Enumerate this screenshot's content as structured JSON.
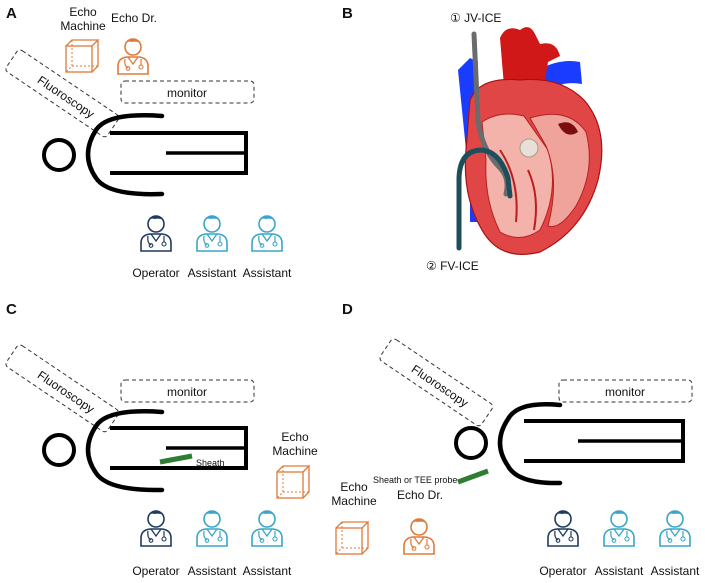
{
  "panel_a": {
    "letter": "A",
    "echo_machine_line1": "Echo",
    "echo_machine_line2": "Machine",
    "echo_dr": "Echo Dr.",
    "fluoroscopy": "Fluoroscopy",
    "monitor": "monitor",
    "operator": "Operator",
    "assistant_1": "Assistant",
    "assistant_2": "Assistant"
  },
  "panel_b": {
    "letter": "B",
    "jv_ice": "① JV-ICE",
    "fv_ice": "② FV-ICE"
  },
  "panel_c": {
    "letter": "C",
    "fluoroscopy": "Fluoroscopy",
    "monitor": "monitor",
    "echo_machine_line1": "Echo",
    "echo_machine_line2": "Machine",
    "sheath": "Sheath",
    "operator": "Operator",
    "assistant_1": "Assistant",
    "assistant_2": "Assistant"
  },
  "panel_d": {
    "letter": "D",
    "fluoroscopy": "Fluoroscopy",
    "monitor": "monitor",
    "sheath_probe": "Sheath or TEE probe",
    "echo_machine_line1": "Echo",
    "echo_machine_line2": "Machine",
    "echo_dr": "Echo Dr.",
    "operator": "Operator",
    "assistant_1": "Assistant",
    "assistant_2": "Assistant"
  },
  "colors": {
    "operator": "#1f3a5f",
    "assistant": "#3aa5c8",
    "echo": "#e07a3a",
    "sheath": "#2e7d32",
    "vein": "#1a3cff",
    "artery": "#d01818",
    "catheter_jv": "#6b6b6b",
    "catheter_fv": "#1e4d5c"
  }
}
